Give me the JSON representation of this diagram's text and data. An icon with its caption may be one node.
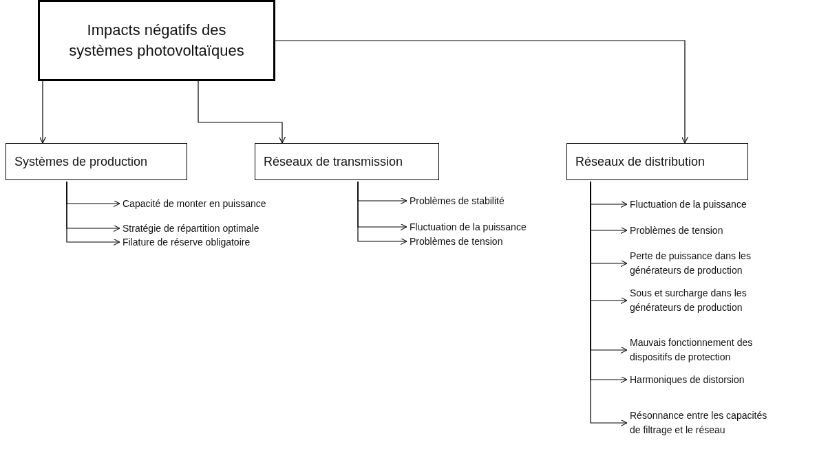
{
  "diagram": {
    "nodes": [
      {
        "text": [
          "Impacts négatifs des systèmes photovoltaïques"
        ]
      },
      {
        "text": [
          "Systèmes de production"
        ]
      },
      {
        "text": [
          "Réseaux de transmission"
        ]
      },
      {
        "text": [
          "Réseaux de distribution"
        ]
      },
      {
        "text": [
          "Capacité de monter en puissance"
        ]
      },
      {
        "text": [
          "Stratégie de répartition optimale"
        ]
      },
      {
        "text": [
          "Filature de réserve obligatoire"
        ]
      },
      {
        "text": [
          "Problèmes de stabilité"
        ]
      },
      {
        "text": [
          "Fluctuation de la puissance"
        ]
      },
      {
        "text": [
          "Problèmes de tension"
        ]
      },
      {
        "text": [
          "Fluctuation de la puissance"
        ]
      },
      {
        "text": [
          "Problèmes de tension"
        ]
      },
      {
        "text": [
          "Perte de puissance dans les générateurs de production"
        ]
      },
      {
        "text": [
          "Sous et surcharge dans les générateurs de production"
        ]
      },
      {
        "text": [
          "Mauvais fonctionnement des dispositifs de protection"
        ]
      },
      {
        "text": [
          "Harmoniques de distorsion"
        ]
      },
      {
        "text": [
          "Résonnance entre les capacités de filtrage et le réseau"
        ]
      }
    ],
    "edges": [
      {
        "from": 0,
        "to": 1,
        "arrow": "to"
      },
      {
        "from": 0,
        "to": 2,
        "arrow": "to"
      },
      {
        "from": 0,
        "to": 3,
        "arrow": "to"
      },
      {
        "from": 1,
        "to": 4,
        "arrow": "to"
      },
      {
        "from": 1,
        "to": 5,
        "arrow": "to"
      },
      {
        "from": 1,
        "to": 6,
        "arrow": "to"
      },
      {
        "from": 2,
        "to": 7,
        "arrow": "to"
      },
      {
        "from": 2,
        "to": 8,
        "arrow": "to"
      },
      {
        "from": 2,
        "to": 9,
        "arrow": "to"
      },
      {
        "from": 3,
        "to": 10,
        "arrow": "to"
      },
      {
        "from": 3,
        "to": 11,
        "arrow": "to"
      },
      {
        "from": 3,
        "to": 12,
        "arrow": "to"
      },
      {
        "from": 3,
        "to": 13,
        "arrow": "to"
      },
      {
        "from": 3,
        "to": 14,
        "arrow": "to"
      },
      {
        "from": 3,
        "to": 15,
        "arrow": "to"
      },
      {
        "from": 3,
        "to": 16,
        "arrow": "to"
      }
    ]
  }
}
